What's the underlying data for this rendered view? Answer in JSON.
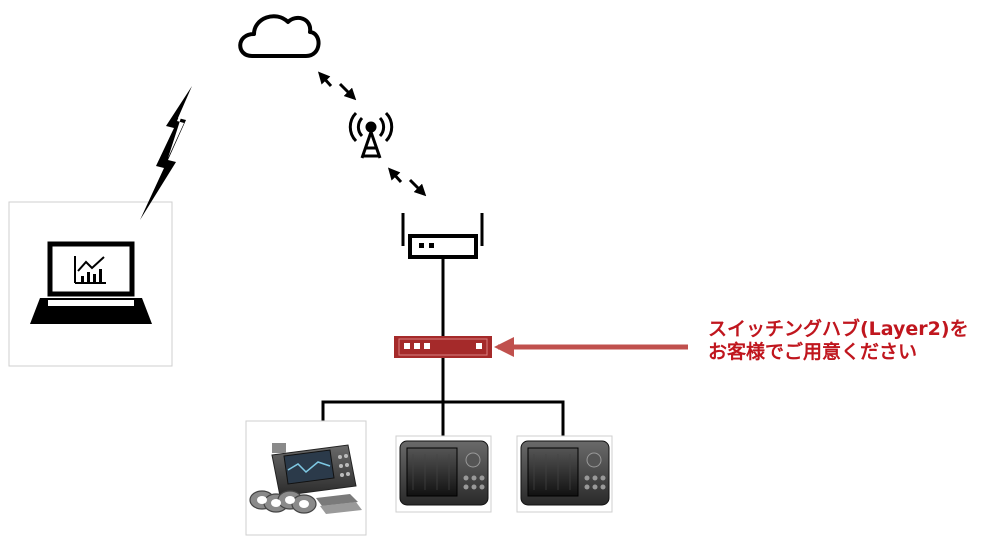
{
  "callout": {
    "line1": "スイッチングハブ(Layer2)を",
    "line2": "お客様でご用意ください",
    "color": "#c0161e"
  },
  "nodes": [
    {
      "id": "cloud",
      "icon": "cloud-icon"
    },
    {
      "id": "cell-tower",
      "icon": "cell-tower-icon"
    },
    {
      "id": "wireless-router",
      "icon": "router-icon"
    },
    {
      "id": "switching-hub",
      "icon": "switching-hub-icon",
      "color": "#a52a2a"
    },
    {
      "id": "laptop-monitor",
      "icon": "laptop-chart-icon"
    },
    {
      "id": "logger-device-1",
      "icon": "data-logger-icon"
    },
    {
      "id": "logger-device-2",
      "icon": "data-logger-icon"
    },
    {
      "id": "logger-device-3",
      "icon": "data-logger-icon"
    }
  ],
  "edges": [
    {
      "from": "cloud",
      "to": "cell-tower",
      "style": "wireless-arrows"
    },
    {
      "from": "cell-tower",
      "to": "wireless-router",
      "style": "wireless-arrows"
    },
    {
      "from": "cloud",
      "to": "laptop-monitor",
      "style": "lightning"
    },
    {
      "from": "wireless-router",
      "to": "switching-hub",
      "style": "wired"
    },
    {
      "from": "switching-hub",
      "to": "logger-device-1",
      "style": "wired"
    },
    {
      "from": "switching-hub",
      "to": "logger-device-2",
      "style": "wired"
    },
    {
      "from": "switching-hub",
      "to": "logger-device-3",
      "style": "wired"
    }
  ]
}
